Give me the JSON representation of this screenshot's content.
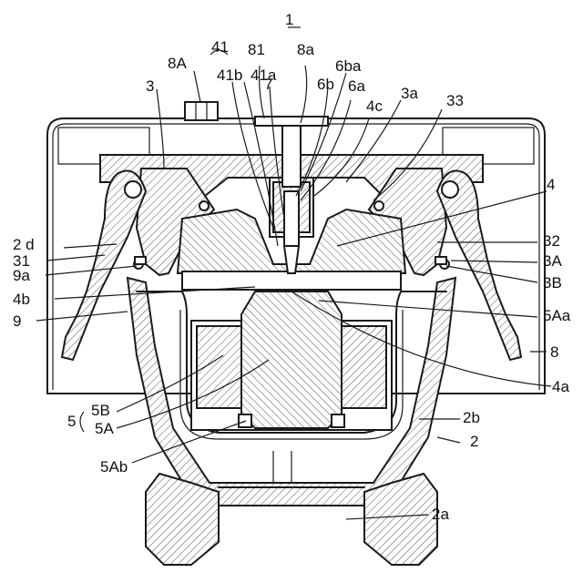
{
  "labels": {
    "n1": "1",
    "n41": "41",
    "n8A": "8A",
    "n81": "81",
    "n8a": "8a",
    "n41b": "41b",
    "n41a": "41a",
    "n7": "7",
    "n6ba": "6ba",
    "n3": "3",
    "n6b": "6b",
    "n6a": "6a",
    "n4c": "4c",
    "n3a": "3a",
    "n33": "33",
    "n4": "4",
    "n2d": "2 d",
    "n32": "32",
    "n31": "31",
    "n3A": "3A",
    "n9a": "9a",
    "n3B": "3B",
    "n4b": "4b",
    "n5Aa": "5Aa",
    "n9": "9",
    "n8": "8",
    "n4a": "4a",
    "n5B": "5B",
    "n5": "5",
    "n5A": "5A",
    "n2b": "2b",
    "n2": "2",
    "n5Ab": "5Ab",
    "n2a": "2a"
  },
  "colors": {
    "line": "#1a1a1a",
    "background": "#ffffff"
  }
}
